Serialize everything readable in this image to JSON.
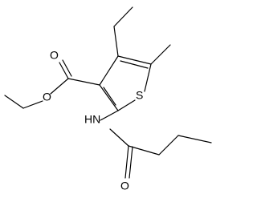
{
  "molecule": {
    "atoms": {
      "sulfur": "S",
      "amide_nitrogen": "HN",
      "ketone_oxygen": "O",
      "carbonyl_oxygen": "O",
      "ester_oxygen": "O"
    }
  }
}
